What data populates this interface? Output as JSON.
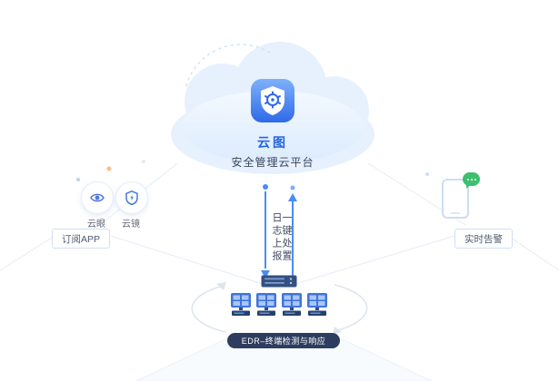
{
  "colors": {
    "accent": "#2e6ae8",
    "connector": "#4a8cf7",
    "badge_bg": "#2e3d5f",
    "green": "#3cc06e",
    "cloud_fill": "#e7f1fd"
  },
  "cloud": {
    "title": "云图",
    "subtitle": "安全管理云平台"
  },
  "left_panel": {
    "icons": [
      {
        "label": "云眼"
      },
      {
        "label": "云镜"
      }
    ],
    "box_label": "订阅APP"
  },
  "right_panel": {
    "box_label": "实时告警"
  },
  "connectors": {
    "log_upload": "日志上报",
    "one_key": "一键处置"
  },
  "edr": {
    "badge": "EDR–终端检测与响应"
  }
}
